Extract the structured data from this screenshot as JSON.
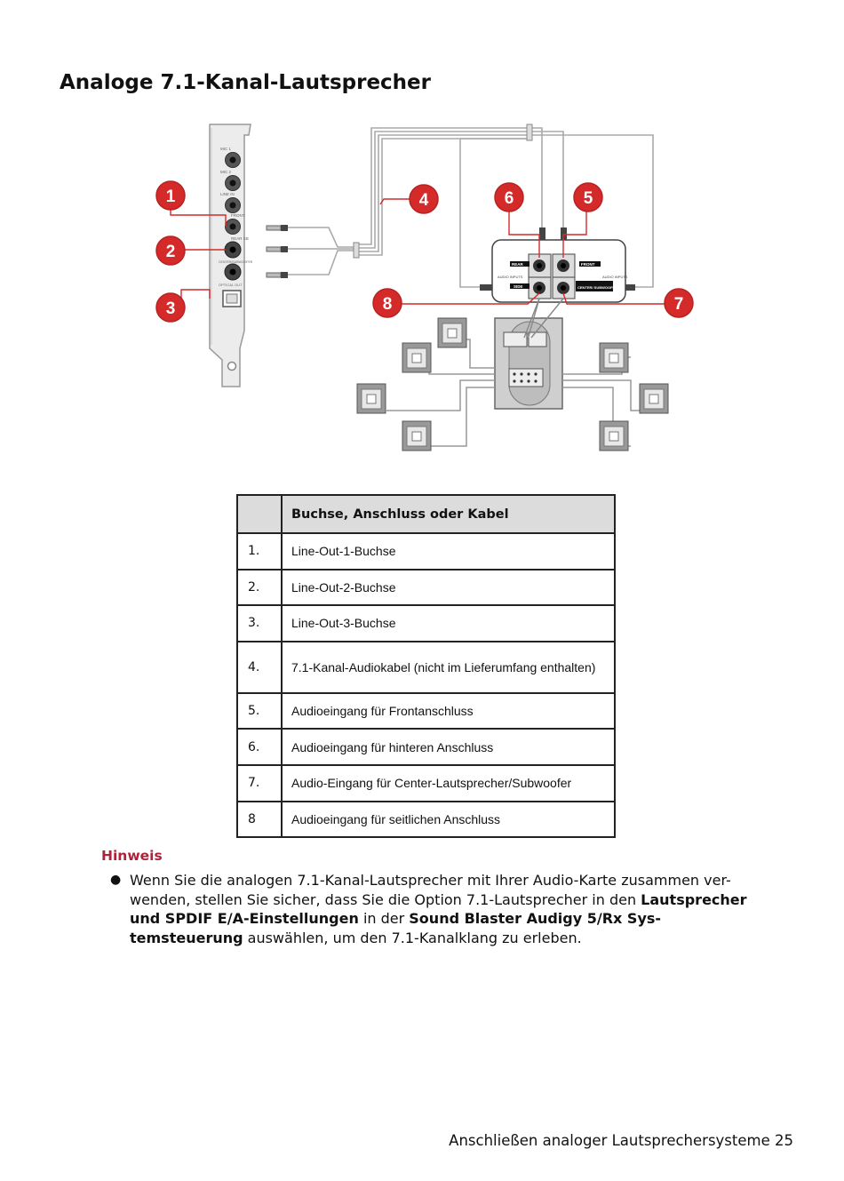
{
  "page": {
    "title": "Analoge 7.1-Kanal-Lautsprecher",
    "footer": "Anschließen analoger Lautsprechersysteme 25"
  },
  "diagram": {
    "callouts": [
      "1",
      "2",
      "3",
      "4",
      "5",
      "6",
      "7",
      "8"
    ],
    "card_labels": [
      "MIC 1",
      "MIC 2",
      "LINE IN",
      "FRONT",
      "REAR SB",
      "CENTER/SUBWOOFER",
      "OPTICAL OUT"
    ],
    "panel_labels": {
      "rear": "REAR",
      "front": "FRONT",
      "audio_inputs_left": "AUDIO INPUTS",
      "audio_inputs_right": "AUDIO INPUTS",
      "side": "SIDE",
      "center_subwoofer": "CENTER/ SUBWOOFER"
    },
    "callout_color": "#d42a2a"
  },
  "table": {
    "header": "Buchse, Anschluss oder Kabel",
    "rows": [
      {
        "num": "1.",
        "text": "Line-Out-1-Buchse"
      },
      {
        "num": "2.",
        "text": "Line-Out-2-Buchse"
      },
      {
        "num": "3.",
        "text": "Line-Out-3-Buchse"
      },
      {
        "num": "4.",
        "text": "7.1-Kanal-Audiokabel (nicht im Lieferumfang enthalten)"
      },
      {
        "num": "5.",
        "text": "Audioeingang für Frontanschluss"
      },
      {
        "num": "6.",
        "text": "Audioeingang für hinteren Anschluss"
      },
      {
        "num": "7.",
        "text": "Audio-Eingang für Center-Lautsprecher/Subwoofer"
      },
      {
        "num": "8",
        "text": "Audioeingang für seitlichen Anschluss"
      }
    ]
  },
  "note": {
    "heading": "Hinweis",
    "bullet": "●",
    "text_1": "Wenn Sie die analogen 7.1-Kanal-Lautsprecher mit Ihrer Audio-Karte zusammen ver- wenden, stellen Sie sicher, dass Sie die Option 7.1-Lautsprecher in den ",
    "bold_1": "Lautsprecher und SPDIF E/A-Einstellungen",
    "text_2": " in der ",
    "bold_2": "Sound Blaster Audigy 5/Rx Sys- temsteuerung",
    "text_3": " auswählen, um den 7.1-Kanalklang zu erleben."
  }
}
